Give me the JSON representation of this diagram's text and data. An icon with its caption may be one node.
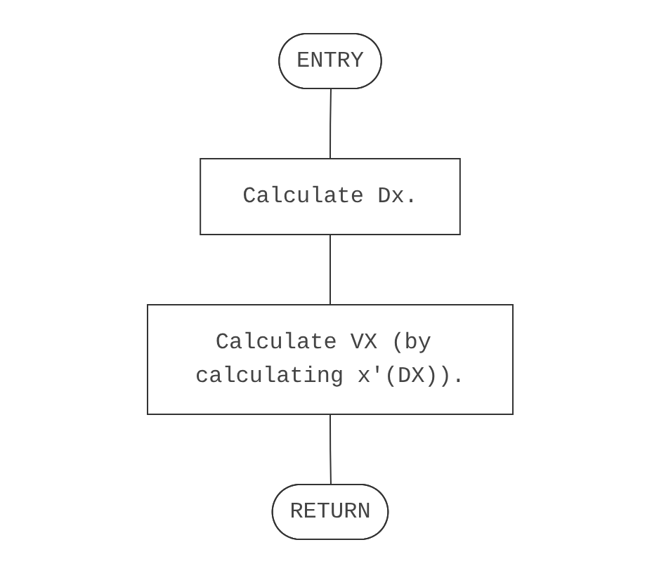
{
  "diagram": {
    "nodes": [
      {
        "text": [
          "ENTRY"
        ]
      },
      {
        "text": [
          "Calculate Dx."
        ]
      },
      {
        "text": [
          "Calculate VX (by calculating x'(DX))."
        ]
      },
      {
        "text": [
          "RETURN"
        ]
      }
    ],
    "edges": [
      {
        "from": 0,
        "to": 1,
        "arrow": "none"
      },
      {
        "from": 1,
        "to": 2,
        "arrow": "none"
      },
      {
        "from": 2,
        "to": 3,
        "arrow": "none"
      }
    ]
  }
}
